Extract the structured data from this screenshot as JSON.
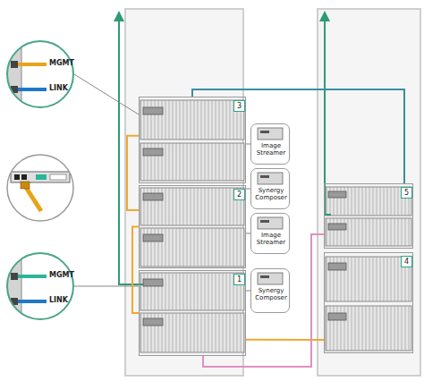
{
  "diagram": {
    "nodes": [
      {
        "text": [
          "MGMT",
          "LINK"
        ]
      },
      {
        "text": [
          "3"
        ]
      },
      {
        "text": [
          "Image Streamer"
        ]
      },
      {
        "text": [
          "Synergy Composer"
        ]
      },
      {
        "text": [
          "2"
        ]
      },
      {
        "text": [
          "Image Streamer"
        ]
      },
      {
        "text": [
          "5"
        ]
      },
      {
        "text": [
          "MGMT",
          "LINK"
        ]
      },
      {
        "text": [
          "1"
        ]
      },
      {
        "text": [
          "Synergy Composer"
        ]
      },
      {
        "text": [
          "4"
        ]
      }
    ],
    "edges": [
      {
        "from": 0,
        "to": 1,
        "arrow": "none"
      },
      {
        "from": 7,
        "to": 8,
        "arrow": "none"
      },
      {
        "from": 2,
        "to": 1,
        "arrow": "none"
      },
      {
        "from": 3,
        "to": 4,
        "arrow": "none"
      },
      {
        "from": 5,
        "to": 4,
        "arrow": "none"
      },
      {
        "from": 9,
        "to": 8,
        "arrow": "none"
      },
      {
        "from": 8,
        "to": 10,
        "arrow": "none"
      },
      {
        "from": 8,
        "to": 6,
        "arrow": "none"
      },
      {
        "from": 1,
        "to": 6,
        "arrow": "none"
      },
      {
        "from": 4,
        "to": 8,
        "arrow": "none"
      },
      {
        "from": 1,
        "to": 4,
        "arrow": "none"
      }
    ]
  }
}
